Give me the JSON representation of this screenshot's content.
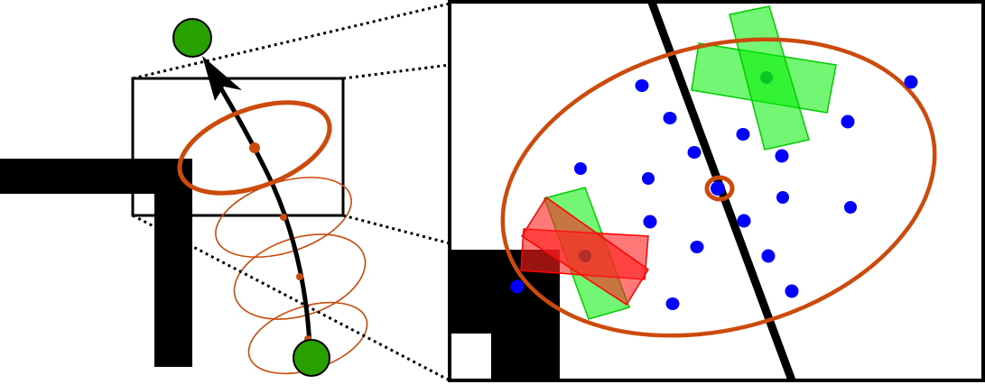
{
  "figure": {
    "kind": "motion-planning-uncertainty-illustration",
    "panels": [
      "overview",
      "zoomed-inset"
    ]
  },
  "colors": {
    "obstacle": "#000000",
    "start_goal": "#28a000",
    "uncertainty_ellipse": "#cc4a0c",
    "samples": "#0000ff",
    "collision_free_pose": "#00ee00",
    "colliding_pose": "#ff2020",
    "connector": "#000000",
    "background": "#ffffff"
  },
  "overview": {
    "trajectory_uncertainty_ellipses": 4,
    "has_start_marker": true,
    "has_goal_marker": true
  },
  "inset": {
    "sample_count": 18,
    "collision_free_pose_count": 1,
    "colliding_pose_count": 1
  }
}
